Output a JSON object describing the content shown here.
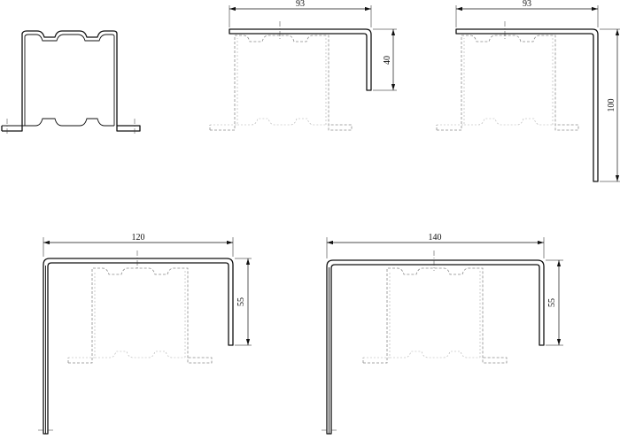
{
  "dimensions": {
    "bracket_a_width": "93",
    "bracket_a_height": "40",
    "bracket_b_width": "93",
    "bracket_b_height": "100",
    "bracket_c_width": "120",
    "bracket_c_height": "55",
    "bracket_d_width": "140",
    "bracket_d_height": "55"
  },
  "colors": {
    "profile_line": "#111111",
    "hidden_line": "#8a8a8a",
    "background": "#ffffff"
  }
}
